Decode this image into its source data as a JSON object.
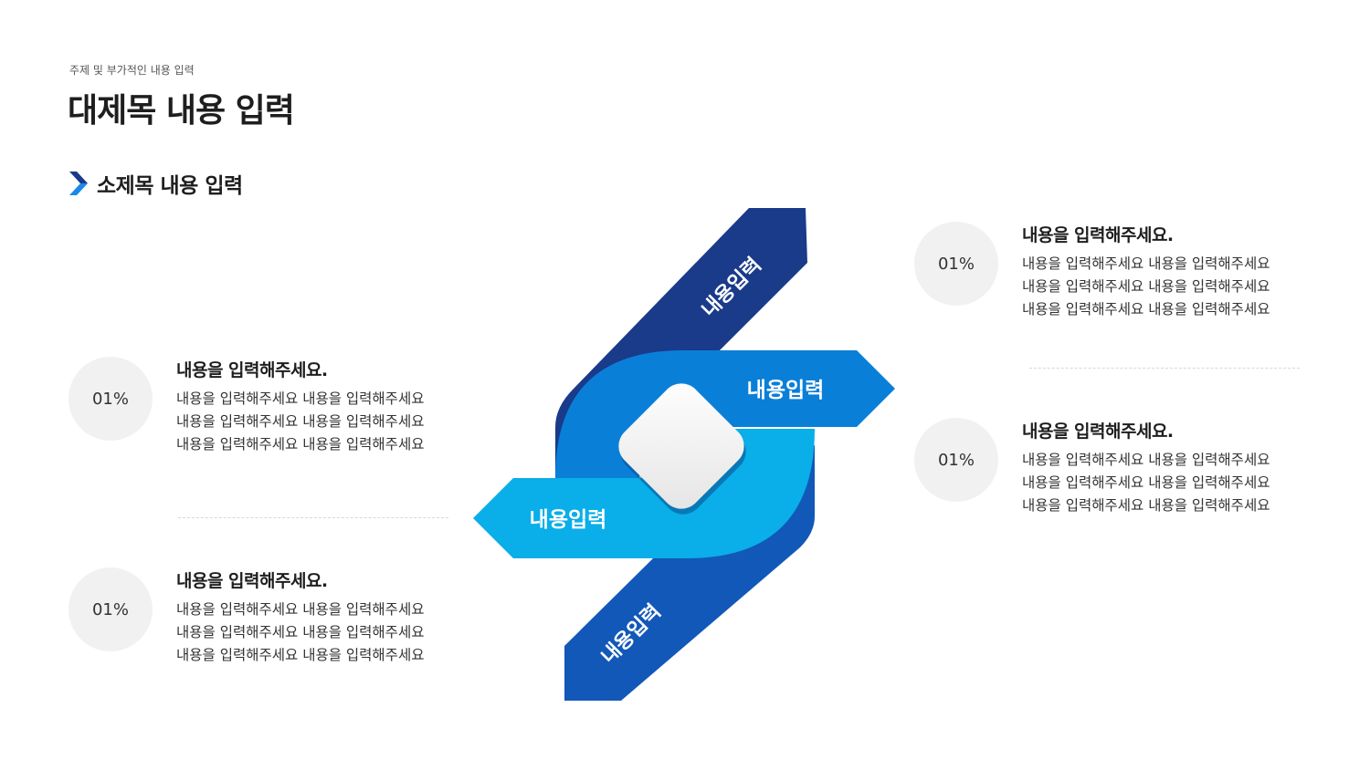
{
  "header": {
    "topic": "주제 및 부가적인 내용 입력",
    "title": "대제목 내용 입력",
    "subtitle": "소제목 내용 입력"
  },
  "diagram": {
    "labels": {
      "top": "내용입력",
      "right": "내용입력",
      "left": "내용입력",
      "bottom": "내용입력"
    },
    "colors": {
      "navy": "#1a3a8a",
      "blue": "#0a7fd8",
      "sky": "#0aaee8",
      "royal": "#1258b8"
    }
  },
  "items": [
    {
      "percent": "01%",
      "heading": "내용을 입력해주세요.",
      "lines": [
        "내용을 입력해주세요 내용을 입력해주세요",
        "내용을 입력해주세요 내용을 입력해주세요",
        "내용을 입력해주세요 내용을 입력해주세요"
      ]
    },
    {
      "percent": "01%",
      "heading": "내용을 입력해주세요.",
      "lines": [
        "내용을 입력해주세요 내용을 입력해주세요",
        "내용을 입력해주세요 내용을 입력해주세요",
        "내용을 입력해주세요 내용을 입력해주세요"
      ]
    },
    {
      "percent": "01%",
      "heading": "내용을 입력해주세요.",
      "lines": [
        "내용을 입력해주세요 내용을 입력해주세요",
        "내용을 입력해주세요 내용을 입력해주세요",
        "내용을 입력해주세요 내용을 입력해주세요"
      ]
    },
    {
      "percent": "01%",
      "heading": "내용을 입력해주세요.",
      "lines": [
        "내용을 입력해주세요 내용을 입력해주세요",
        "내용을 입력해주세요 내용을 입력해주세요",
        "내용을 입력해주세요 내용을 입력해주세요"
      ]
    }
  ]
}
